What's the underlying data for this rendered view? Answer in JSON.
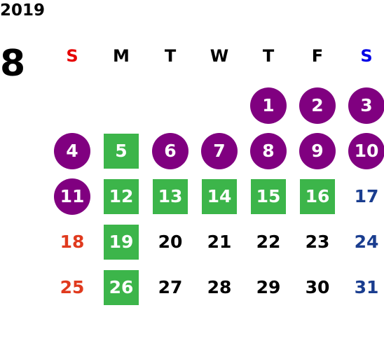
{
  "year": "2019",
  "month": "8",
  "weekdays": [
    {
      "label": "S",
      "color": "#e60000"
    },
    {
      "label": "M",
      "color": "#000000"
    },
    {
      "label": "T",
      "color": "#000000"
    },
    {
      "label": "W",
      "color": "#000000"
    },
    {
      "label": "T",
      "color": "#000000"
    },
    {
      "label": "F",
      "color": "#000000"
    },
    {
      "label": "S",
      "color": "#0000e6"
    }
  ],
  "colors": {
    "circle_purple": "#800080",
    "square_green": "#3cb54a",
    "sunday_red": "#e03a1e",
    "saturday_blue": "#1a3d8f",
    "weekday_black": "#000000"
  },
  "weeks": [
    [
      {
        "day": "",
        "style": "empty"
      },
      {
        "day": "",
        "style": "empty"
      },
      {
        "day": "",
        "style": "empty"
      },
      {
        "day": "",
        "style": "empty"
      },
      {
        "day": "1",
        "style": "circle"
      },
      {
        "day": "2",
        "style": "circle"
      },
      {
        "day": "3",
        "style": "circle"
      }
    ],
    [
      {
        "day": "4",
        "style": "circle"
      },
      {
        "day": "5",
        "style": "square"
      },
      {
        "day": "6",
        "style": "circle"
      },
      {
        "day": "7",
        "style": "circle"
      },
      {
        "day": "8",
        "style": "circle"
      },
      {
        "day": "9",
        "style": "circle"
      },
      {
        "day": "10",
        "style": "circle"
      }
    ],
    [
      {
        "day": "11",
        "style": "circle"
      },
      {
        "day": "12",
        "style": "square"
      },
      {
        "day": "13",
        "style": "square"
      },
      {
        "day": "14",
        "style": "square"
      },
      {
        "day": "15",
        "style": "square"
      },
      {
        "day": "16",
        "style": "square"
      },
      {
        "day": "17",
        "style": "saturday"
      }
    ],
    [
      {
        "day": "18",
        "style": "sunday"
      },
      {
        "day": "19",
        "style": "square"
      },
      {
        "day": "20",
        "style": "plain"
      },
      {
        "day": "21",
        "style": "plain"
      },
      {
        "day": "22",
        "style": "plain"
      },
      {
        "day": "23",
        "style": "plain"
      },
      {
        "day": "24",
        "style": "saturday"
      }
    ],
    [
      {
        "day": "25",
        "style": "sunday"
      },
      {
        "day": "26",
        "style": "square"
      },
      {
        "day": "27",
        "style": "plain"
      },
      {
        "day": "28",
        "style": "plain"
      },
      {
        "day": "29",
        "style": "plain"
      },
      {
        "day": "30",
        "style": "plain"
      },
      {
        "day": "31",
        "style": "saturday"
      }
    ]
  ]
}
